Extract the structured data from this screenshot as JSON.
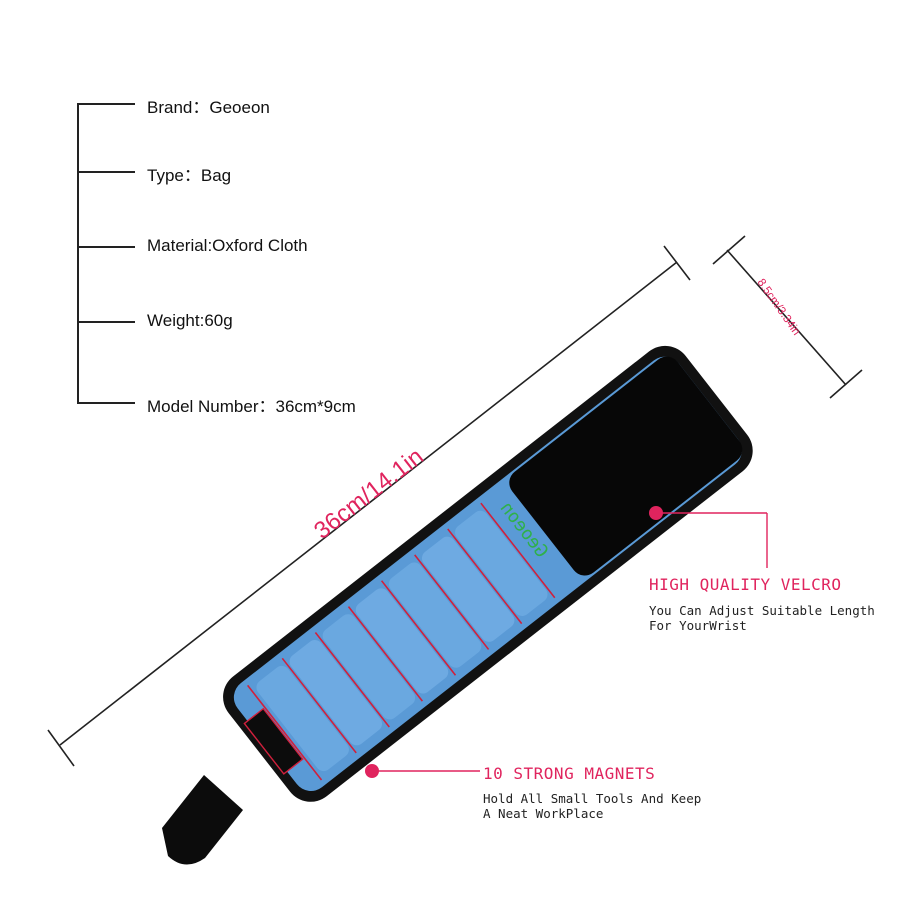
{
  "specs": [
    {
      "label": "Brand：Geoeon"
    },
    {
      "label": "Type：Bag"
    },
    {
      "label": "Material:Oxford Cloth"
    },
    {
      "label": "Weight:60g"
    },
    {
      "label": "Model Number：36cm*9cm"
    }
  ],
  "dimensions": {
    "length_label": "36cm/14.1in",
    "width_label": "8.5cm/3.34in"
  },
  "product": {
    "brand_print": "Geoeon",
    "colors": {
      "fabric": "#5a9ad6",
      "trim": "#111111",
      "stitch": "#d0203c",
      "velcro": "#0a0a0a"
    }
  },
  "callouts": {
    "velcro": {
      "title": "HIGH QUALITY VELCRO",
      "desc_line1": "You Can Adjust Suitable Length",
      "desc_line2": "For YourWrist"
    },
    "magnets": {
      "title": "10 STRONG MAGNETS",
      "desc_line1": "Hold All Small Tools And Keep",
      "desc_line2": "A Neat WorkPlace"
    }
  },
  "accent_color": "#e0245e"
}
